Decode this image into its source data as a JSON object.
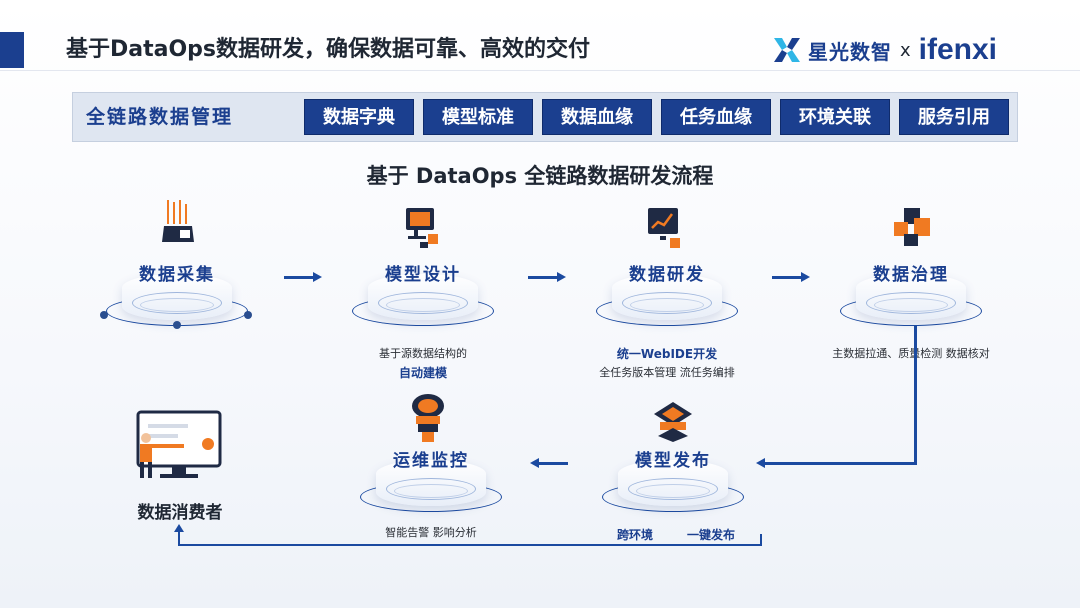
{
  "header": {
    "title": "基于DataOps数据研发，确保数据可靠、高效的交付",
    "logo_cn": "星光数智",
    "logo_x": "x",
    "logo_en": "ifenxi"
  },
  "pipeline": {
    "label": "全链路数据管理",
    "chips": [
      "数据字典",
      "模型标准",
      "数据血缘",
      "任务血缘",
      "环境关联",
      "服务引用"
    ]
  },
  "flow": {
    "title": "基于 DataOps 全链路数据研发流程",
    "stages": {
      "collect": "数据采集",
      "design": "模型设计",
      "develop": "数据研发",
      "govern": "数据治理",
      "publish": "模型发布",
      "monitor": "运维监控"
    },
    "notes": {
      "design_line1": "基于源数据结构的",
      "design_line2": "自动建模",
      "develop_line1": "统一WebIDE开发",
      "develop_line2": "全任务版本管理  流任务编排",
      "govern_line1": "主数据拉通、质量检测  数据核对",
      "publish_left": "跨环境",
      "publish_right": "一键发布",
      "monitor_line1": "智能告警  影响分析"
    },
    "consumer": "数据消费者"
  },
  "colors": {
    "brand_blue": "#1b3f8f",
    "accent_orange": "#f07a22",
    "chip_blue": "#1b3f8f"
  }
}
